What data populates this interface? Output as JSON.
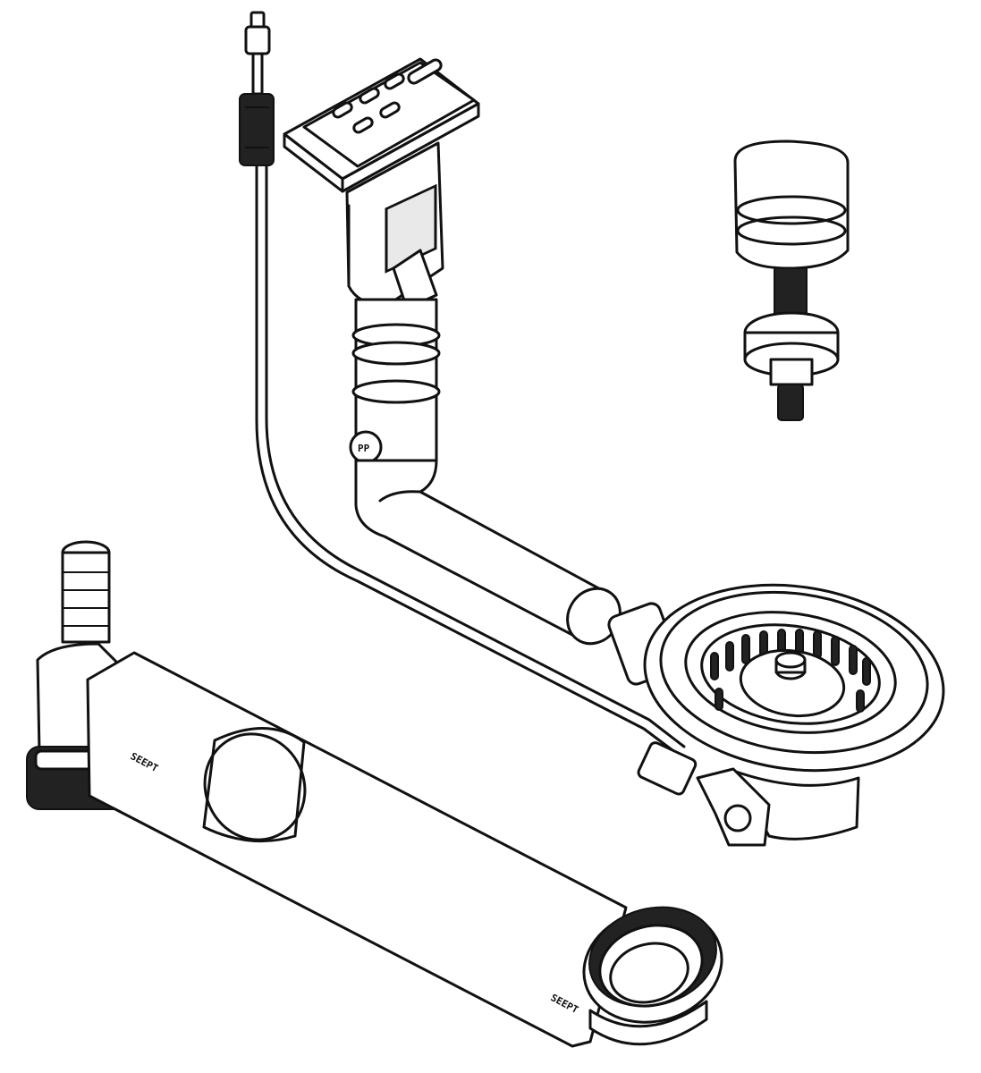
{
  "diagram": {
    "parts": [
      "remote-control-cable",
      "rectangular-overflow-grate",
      "overflow-pipe",
      "strainer-plug",
      "basket-strainer-waste",
      "hose-connector",
      "horizontal-outlet-pipe",
      "trap-connection"
    ]
  },
  "colors": {
    "line": "#111111",
    "fill": "#ffffff"
  }
}
